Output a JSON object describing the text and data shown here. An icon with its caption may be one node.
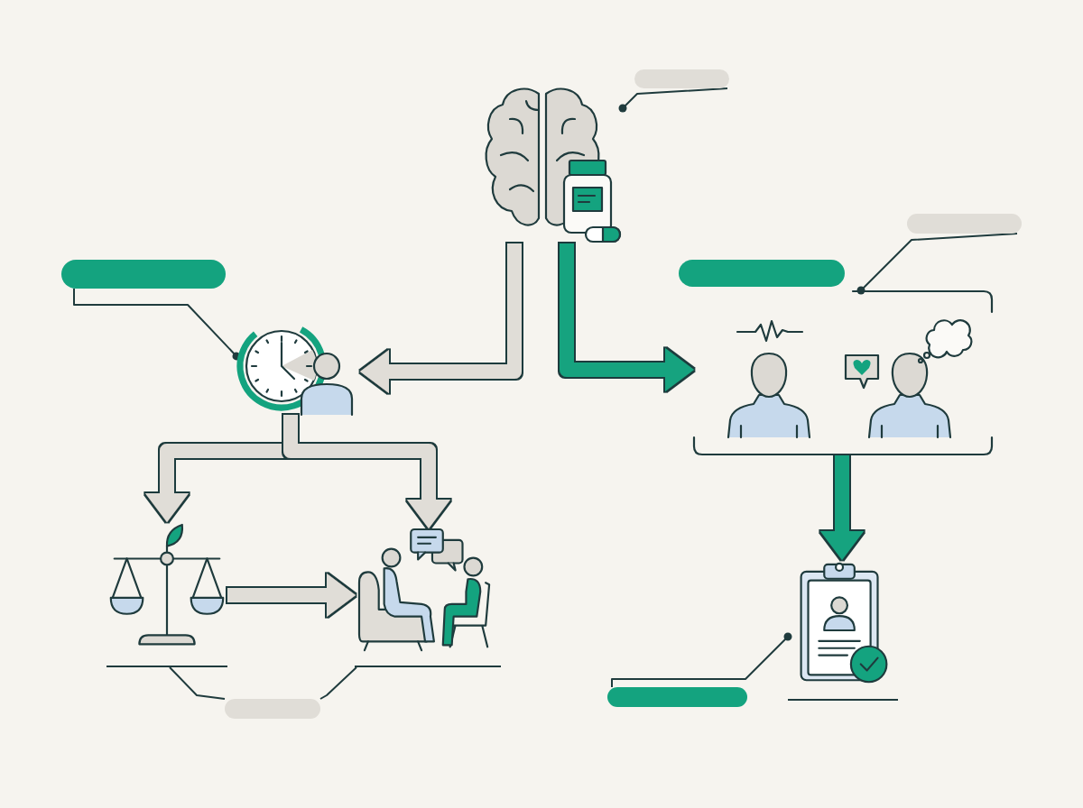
{
  "diagram": {
    "nodes": [
      {
        "text": [],
        "shape": "picture"
      },
      {
        "text": [],
        "shape": "picture"
      },
      {
        "text": [],
        "shape": "picture"
      },
      {
        "text": [],
        "shape": "picture"
      },
      {
        "text": [],
        "shape": "box"
      },
      {
        "text": [],
        "shape": "person",
        "in": 4
      },
      {
        "text": [],
        "shape": "person",
        "in": 4
      },
      {
        "text": [],
        "shape": "picture"
      },
      {
        "text": [],
        "shape": "bar"
      },
      {
        "text": [],
        "shape": "bar"
      },
      {
        "text": [],
        "shape": "bar"
      },
      {
        "text": [],
        "shape": "bar"
      },
      {
        "text": [],
        "shape": "bar"
      },
      {
        "text": [],
        "shape": "bar"
      }
    ],
    "edges": [
      {
        "from": 0,
        "to": 1,
        "arrow": "to",
        "style": "thick",
        "color": "#e0ddd7"
      },
      {
        "from": 1,
        "to": 2,
        "arrow": "to",
        "style": "thick",
        "color": "#e0ddd7"
      },
      {
        "from": 1,
        "to": 3,
        "arrow": "to",
        "style": "thick",
        "color": "#e0ddd7"
      },
      {
        "from": 2,
        "to": 3,
        "arrow": "to",
        "style": "thick",
        "color": "#e0ddd7"
      },
      {
        "from": 0,
        "to": 4,
        "arrow": "to",
        "style": "thick",
        "color": "#14a37f"
      },
      {
        "from": 4,
        "to": 7,
        "arrow": "to",
        "style": "thick",
        "color": "#14a37f"
      },
      {
        "from": 8,
        "to": 0,
        "arrow": "other"
      },
      {
        "from": 9,
        "to": 4,
        "arrow": "other"
      },
      {
        "from": 10,
        "to": 1,
        "arrow": "other"
      },
      {
        "from": 13,
        "to": 2,
        "arrow": "none"
      },
      {
        "from": 13,
        "to": 3,
        "arrow": "none"
      },
      {
        "from": 12,
        "to": 7,
        "arrow": "other"
      }
    ]
  }
}
